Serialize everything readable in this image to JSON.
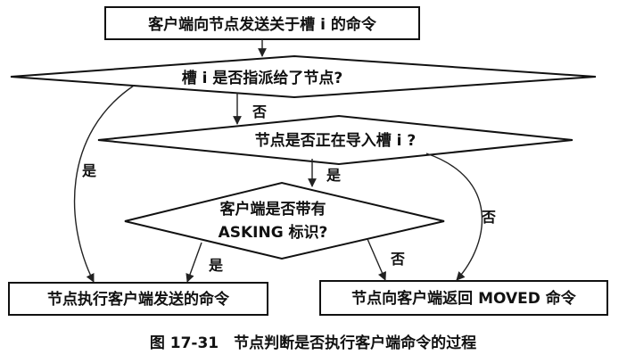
{
  "diagram": {
    "start_box": "客户端向节点发送关于槽 i 的命令",
    "decision_assigned": "槽 i 是否指派给了节点?",
    "decision_importing": "节点是否正在导入槽 i ?",
    "decision_asking_line1": "客户端是否带有",
    "decision_asking_line2": "ASKING 标识?",
    "result_execute": "节点执行客户端发送的命令",
    "result_moved": "节点向客户端返回 MOVED 命令",
    "edge_labels": {
      "assigned_no": "否",
      "assigned_yes": "是",
      "importing_yes": "是",
      "importing_no": "否",
      "asking_yes": "是",
      "asking_no": "否"
    }
  },
  "caption": "图 17-31　节点判断是否执行客户端命令的过程"
}
